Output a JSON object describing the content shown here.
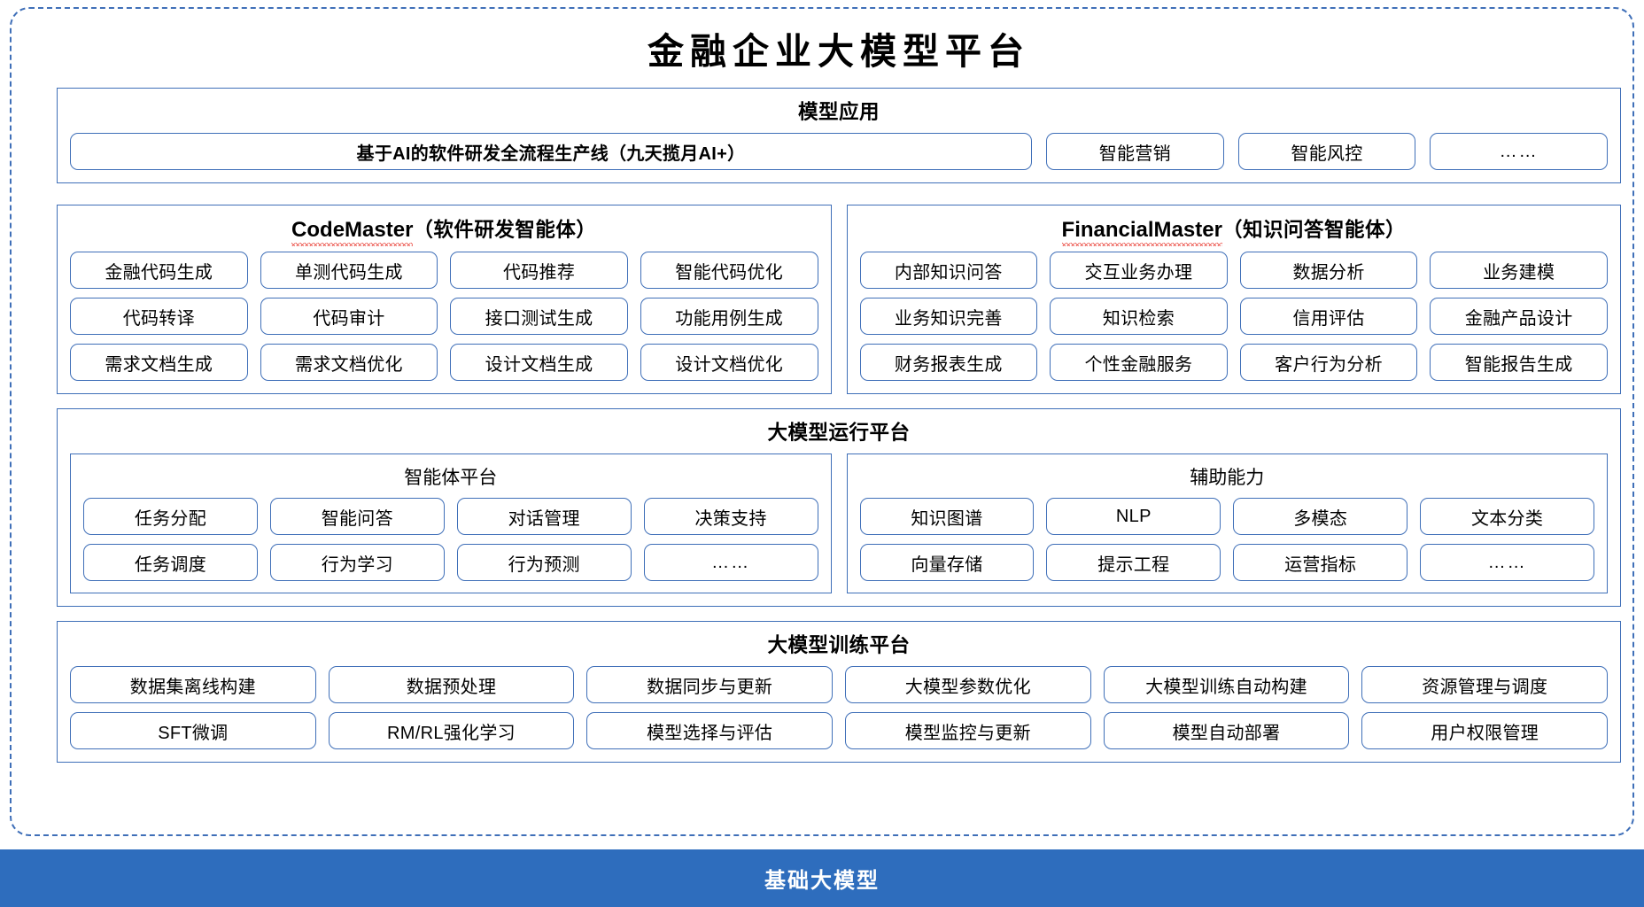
{
  "title": "金融企业大模型平台",
  "model_application": {
    "title": "模型应用",
    "items": [
      "基于AI的软件研发全流程生产线（九天揽月AI+）",
      "智能营销",
      "智能风控",
      "……"
    ]
  },
  "agents": [
    {
      "name_latin": "CodeMaster",
      "name_cn": "（软件研发智能体）",
      "rows": [
        [
          "金融代码生成",
          "单测代码生成",
          "代码推荐",
          "智能代码优化"
        ],
        [
          "代码转译",
          "代码审计",
          "接口测试生成",
          "功能用例生成"
        ],
        [
          "需求文档生成",
          "需求文档优化",
          "设计文档生成",
          "设计文档优化"
        ]
      ]
    },
    {
      "name_latin": "FinancialMaster",
      "name_cn": "（知识问答智能体）",
      "rows": [
        [
          "内部知识问答",
          "交互业务办理",
          "数据分析",
          "业务建模"
        ],
        [
          "业务知识完善",
          "知识检索",
          "信用评估",
          "金融产品设计"
        ],
        [
          "财务报表生成",
          "个性金融服务",
          "客户行为分析",
          "智能报告生成"
        ]
      ]
    }
  ],
  "runtime_platform": {
    "title": "大模型运行平台",
    "groups": [
      {
        "title": "智能体平台",
        "rows": [
          [
            "任务分配",
            "智能问答",
            "对话管理",
            "决策支持"
          ],
          [
            "任务调度",
            "行为学习",
            "行为预测",
            "……"
          ]
        ]
      },
      {
        "title": "辅助能力",
        "rows": [
          [
            "知识图谱",
            "NLP",
            "多模态",
            "文本分类"
          ],
          [
            "向量存储",
            "提示工程",
            "运营指标",
            "……"
          ]
        ]
      }
    ]
  },
  "training_platform": {
    "title": "大模型训练平台",
    "rows": [
      [
        "数据集离线构建",
        "数据预处理",
        "数据同步与更新",
        "大模型参数优化",
        "大模型训练自动构建",
        "资源管理与调度"
      ],
      [
        "SFT微调",
        "RM/RL强化学习",
        "模型选择与评估",
        "模型监控与更新",
        "模型自动部署",
        "用户权限管理"
      ]
    ]
  },
  "base_layer": {
    "label": "基础大模型"
  },
  "colors": {
    "accent_blue": "#3F6FB8",
    "base_bar_blue": "#2E6DBD",
    "spellcheck_red": "#E8352B"
  }
}
